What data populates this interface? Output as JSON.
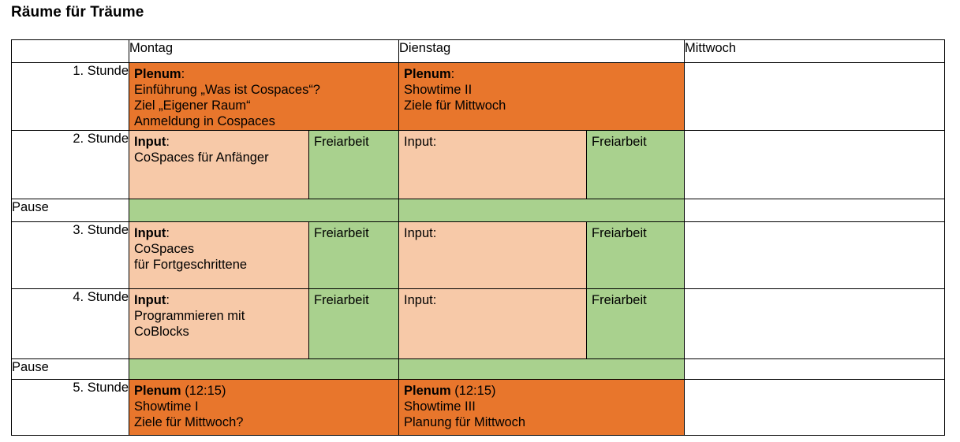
{
  "page": {
    "title": "Räume für Träume"
  },
  "colors": {
    "plenum_orange": "#e8762c",
    "freiarbeit_green": "#a9d18e",
    "input_peach": "#f7c9a8",
    "empty_white": "#ffffff",
    "border": "#000000"
  },
  "table": {
    "corner_label": "",
    "day_headers": [
      {
        "label": "Montag"
      },
      {
        "label": "Dienstag"
      },
      {
        "label": "Mittwoch"
      }
    ],
    "rows": [
      {
        "kind": "lesson",
        "hour_label": "1. Stunde",
        "montag": {
          "type": "plenum-full",
          "lines": [
            {
              "text": "Plenum",
              "bold": true,
              "suffix": ":"
            },
            {
              "text": "Einführung „Was ist Cospaces“?"
            },
            {
              "text": "Ziel „Eigener Raum“"
            },
            {
              "text": "Anmeldung in Cospaces"
            }
          ]
        },
        "dienstag": {
          "type": "plenum-full",
          "lines": [
            {
              "text": "Plenum",
              "bold": true,
              "suffix": ":"
            },
            {
              "text": "Showtime II"
            },
            {
              "text": "Ziele für Mittwoch"
            }
          ]
        },
        "mittwoch": {
          "type": "empty",
          "lines": []
        }
      },
      {
        "kind": "lesson",
        "hour_label": "2. Stunde",
        "montag": {
          "type": "input-split",
          "input_lines": [
            {
              "text": "Input",
              "bold": true,
              "suffix": ":"
            },
            {
              "text": "CoSpaces für Anfänger"
            }
          ],
          "free_label": "Freiarbeit"
        },
        "dienstag": {
          "type": "input-split",
          "input_lines": [
            {
              "text": "Input:",
              "bold": false
            }
          ],
          "free_label": "Freiarbeit"
        },
        "mittwoch": {
          "type": "empty",
          "lines": []
        }
      },
      {
        "kind": "pause",
        "hour_label": "Pause",
        "montag": {
          "type": "pause"
        },
        "dienstag": {
          "type": "pause"
        },
        "mittwoch": {
          "type": "empty"
        }
      },
      {
        "kind": "lesson",
        "hour_label": "3. Stunde",
        "montag": {
          "type": "input-split",
          "input_lines": [
            {
              "text": "Input",
              "bold": true,
              "suffix": ":"
            },
            {
              "text": "CoSpaces"
            },
            {
              "text": "für Fortgeschrittene"
            }
          ],
          "free_label": "Freiarbeit"
        },
        "dienstag": {
          "type": "input-split",
          "input_lines": [
            {
              "text": "Input:",
              "bold": false
            }
          ],
          "free_label": "Freiarbeit"
        },
        "mittwoch": {
          "type": "empty",
          "lines": []
        }
      },
      {
        "kind": "lesson",
        "hour_label": "4. Stunde",
        "montag": {
          "type": "input-split",
          "input_lines": [
            {
              "text": "Input",
              "bold": true,
              "suffix": ":"
            },
            {
              "text": "Programmieren mit"
            },
            {
              "text": "CoBlocks"
            }
          ],
          "free_label": "Freiarbeit"
        },
        "dienstag": {
          "type": "input-split",
          "input_lines": [
            {
              "text": "Input:",
              "bold": false
            }
          ],
          "free_label": "Freiarbeit"
        },
        "mittwoch": {
          "type": "empty",
          "lines": []
        }
      },
      {
        "kind": "pause",
        "hour_label": "Pause",
        "montag": {
          "type": "pause"
        },
        "dienstag": {
          "type": "pause"
        },
        "mittwoch": {
          "type": "empty"
        }
      },
      {
        "kind": "lesson",
        "hour_label": "5. Stunde",
        "montag": {
          "type": "plenum-full",
          "lines": [
            {
              "text": "Plenum",
              "bold": true,
              "suffix": " (12:15)"
            },
            {
              "text": "Showtime I"
            },
            {
              "text": "Ziele für Mittwoch?"
            }
          ]
        },
        "dienstag": {
          "type": "plenum-full",
          "lines": [
            {
              "text": "Plenum",
              "bold": true,
              "suffix": " (12:15)"
            },
            {
              "text": "Showtime III"
            },
            {
              "text": "Planung für Mittwoch"
            }
          ]
        },
        "mittwoch": {
          "type": "empty",
          "lines": []
        }
      }
    ]
  },
  "cells": {
    "r0_hour": "1. Stunde",
    "r1_hour": "2. Stunde",
    "r2_hour": "Pause",
    "r3_hour": "3. Stunde",
    "r4_hour": "4. Stunde",
    "r5_hour": "Pause",
    "r6_hour": "5. Stunde",
    "head_mo": "Montag",
    "head_di": "Dienstag",
    "head_mi": "Mittwoch",
    "mo_r0_l0_b": "Plenum",
    "mo_r0_l0_s": ":",
    "mo_r0_l1": "Einführung „Was ist Cospaces“?",
    "mo_r0_l2": "Ziel „Eigener Raum“",
    "mo_r0_l3": "Anmeldung in Cospaces",
    "di_r0_l0_b": "Plenum",
    "di_r0_l0_s": ":",
    "di_r0_l1": "Showtime II",
    "di_r0_l2": "Ziele für Mittwoch",
    "mo_r1_l0_b": "Input",
    "mo_r1_l0_s": ":",
    "mo_r1_l1": "CoSpaces für Anfänger",
    "mo_r1_free": "Freiarbeit",
    "di_r1_l0": "Input:",
    "di_r1_free": "Freiarbeit",
    "mo_r3_l0_b": "Input",
    "mo_r3_l0_s": ":",
    "mo_r3_l1": "CoSpaces",
    "mo_r3_l2": "für Fortgeschrittene",
    "mo_r3_free": "Freiarbeit",
    "di_r3_l0": "Input:",
    "di_r3_free": "Freiarbeit",
    "mo_r4_l0_b": "Input",
    "mo_r4_l0_s": ":",
    "mo_r4_l1": "Programmieren mit",
    "mo_r4_l2": "CoBlocks",
    "mo_r4_free": "Freiarbeit",
    "di_r4_l0": "Input:",
    "di_r4_free": "Freiarbeit",
    "mo_r6_l0_b": "Plenum",
    "mo_r6_l0_s": " (12:15)",
    "mo_r6_l1": "Showtime I",
    "mo_r6_l2": "Ziele für Mittwoch?",
    "di_r6_l0_b": "Plenum",
    "di_r6_l0_s": " (12:15)",
    "di_r6_l1": "Showtime III",
    "di_r6_l2": "Planung für Mittwoch"
  }
}
